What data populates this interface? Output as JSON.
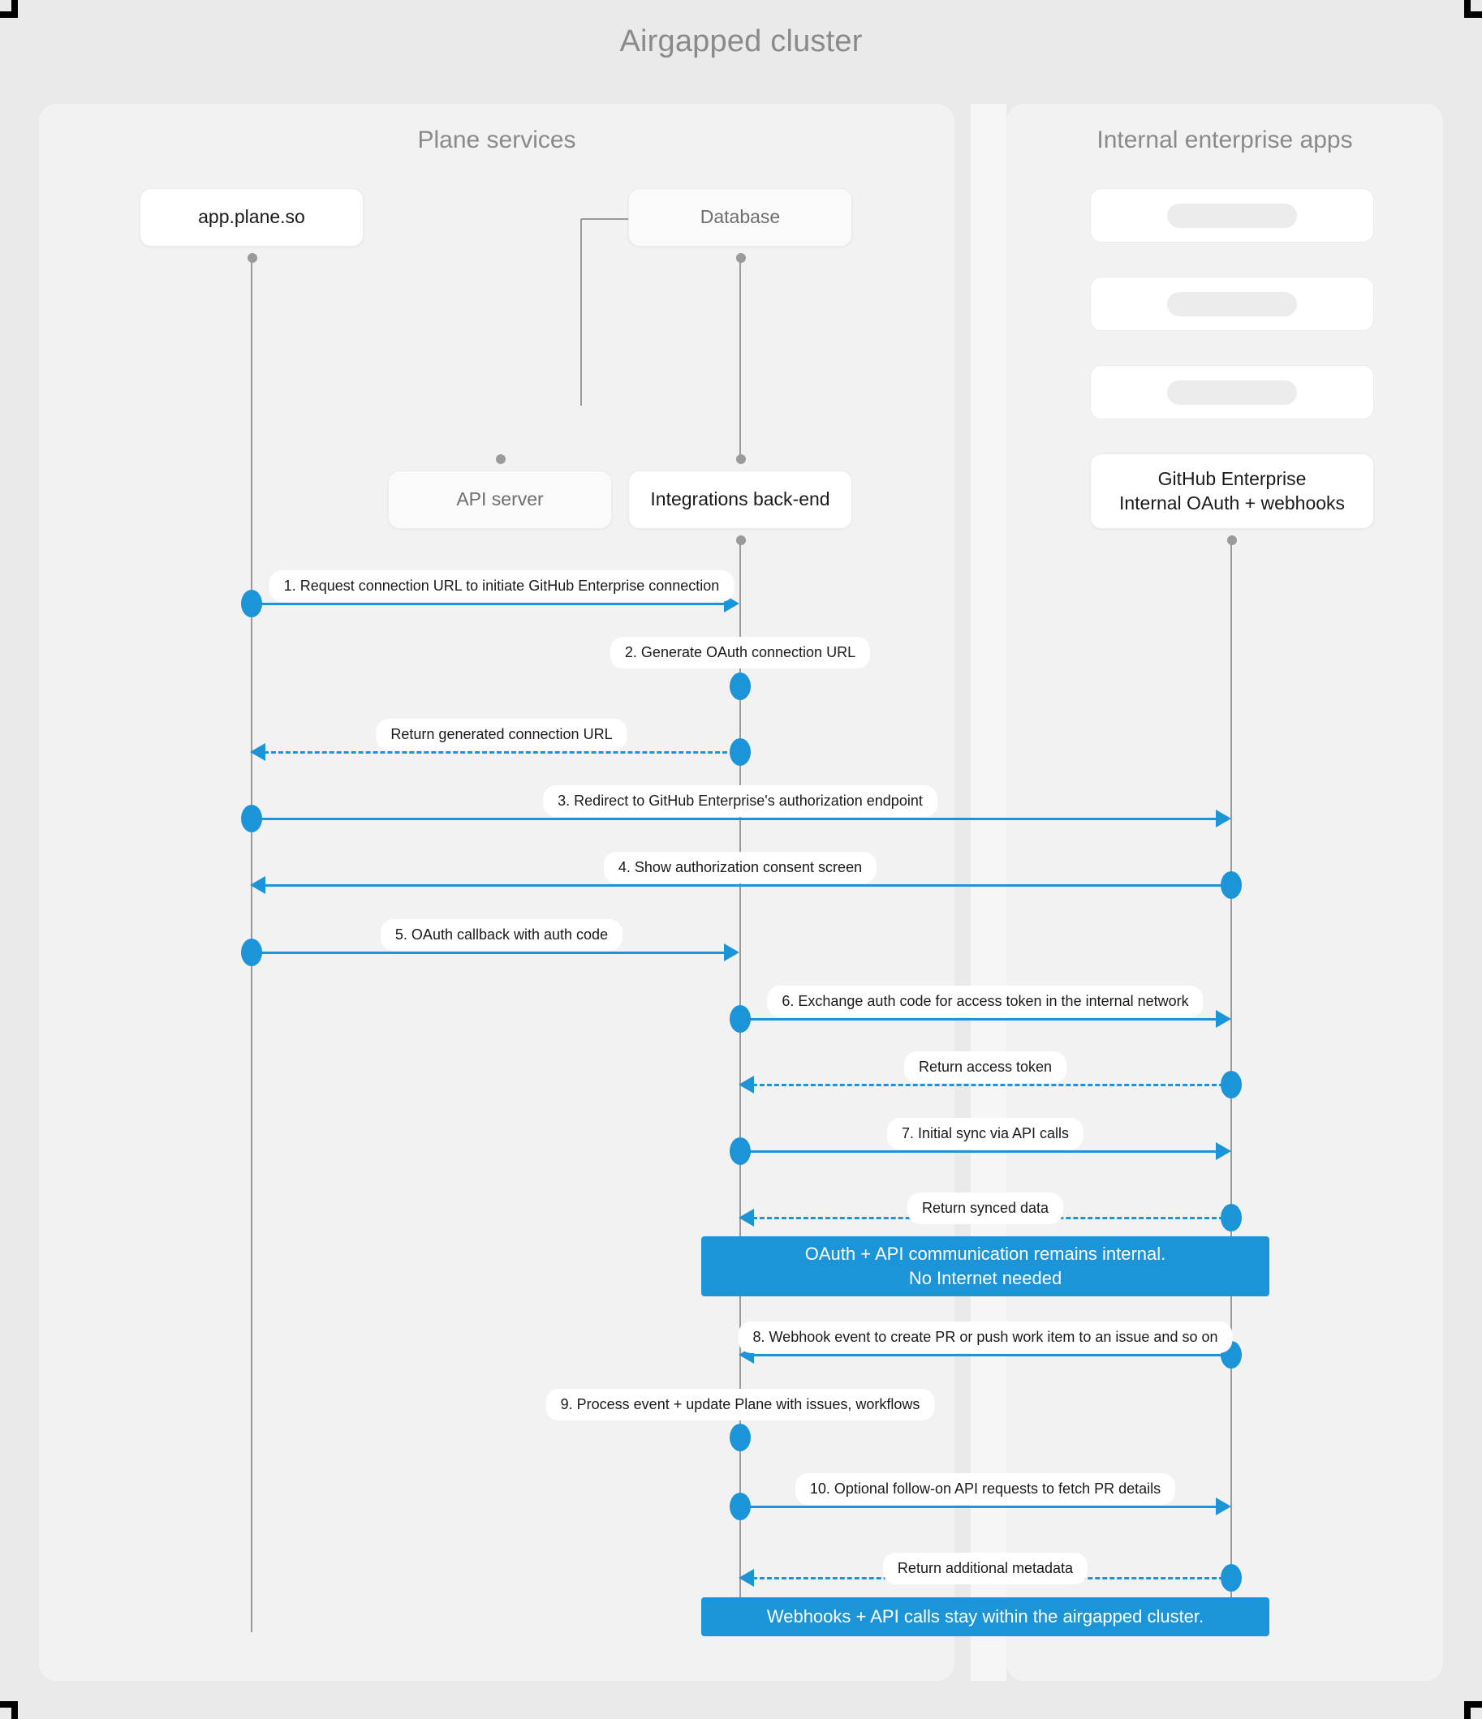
{
  "title": "Airgapped cluster",
  "panels": {
    "left": {
      "title": "Plane services"
    },
    "right": {
      "title": "Internal enterprise apps"
    }
  },
  "colors": {
    "accent": "#1b95d8",
    "canvas_bg": "#eaeaea",
    "panel_bg": "#f2f2f2",
    "node_bg": "#ffffff",
    "lifeline": "#9a9a9a",
    "title_text": "#8a8a8a"
  },
  "nodes": [
    {
      "id": "app",
      "label": "app.plane.so",
      "muted": false
    },
    {
      "id": "database",
      "label": "Database",
      "muted": true
    },
    {
      "id": "api",
      "label": "API server",
      "muted": true
    },
    {
      "id": "integrations",
      "label": "Integrations back-end",
      "muted": false
    },
    {
      "id": "github",
      "label": "GitHub Enterprise\nInternal OAuth + webhooks",
      "muted": false
    }
  ],
  "ghost_boxes": [
    {
      "id": "ghost-1"
    },
    {
      "id": "ghost-2"
    },
    {
      "id": "ghost-3"
    }
  ],
  "messages": [
    {
      "n": 1,
      "label": "1. Request connection URL to initiate GitHub Enterprise connection",
      "from": "app",
      "to": "integrations",
      "style": "solid"
    },
    {
      "n": 2,
      "label": "2. Generate OAuth connection URL",
      "from": "integrations",
      "to": "integrations",
      "style": "self"
    },
    {
      "n": 3,
      "label": "Return generated connection URL",
      "from": "integrations",
      "to": "app",
      "style": "dashed"
    },
    {
      "n": 4,
      "label": "3. Redirect to GitHub Enterprise's authorization endpoint",
      "from": "app",
      "to": "github",
      "style": "solid"
    },
    {
      "n": 5,
      "label": "4. Show authorization consent screen",
      "from": "github",
      "to": "app",
      "style": "solid"
    },
    {
      "n": 6,
      "label": "5. OAuth callback with auth code",
      "from": "app",
      "to": "integrations",
      "style": "solid"
    },
    {
      "n": 7,
      "label": "6. Exchange auth code for access token in the internal network",
      "from": "integrations",
      "to": "github",
      "style": "solid"
    },
    {
      "n": 8,
      "label": "Return access token",
      "from": "github",
      "to": "integrations",
      "style": "dashed"
    },
    {
      "n": 9,
      "label": "7. Initial sync via API calls",
      "from": "integrations",
      "to": "github",
      "style": "solid"
    },
    {
      "n": 10,
      "label": "Return synced data",
      "from": "github",
      "to": "integrations",
      "style": "dashed"
    },
    {
      "n": 11,
      "label": "8. Webhook event to create PR  or push work item to an issue  and so on",
      "from": "github",
      "to": "integrations",
      "style": "solid"
    },
    {
      "n": 12,
      "label": "9. Process event + update Plane with issues, workflows",
      "from": "integrations",
      "to": "integrations",
      "style": "self"
    },
    {
      "n": 13,
      "label": "10. Optional follow-on API requests to fetch PR details",
      "from": "integrations",
      "to": "github",
      "style": "solid"
    },
    {
      "n": 14,
      "label": "Return additional metadata",
      "from": "github",
      "to": "integrations",
      "style": "dashed"
    }
  ],
  "notes": [
    {
      "id": "note-1",
      "line1": "OAuth + API communication remains internal.",
      "line2": "No Internet needed"
    },
    {
      "id": "note-2",
      "line1": "Webhooks + API calls stay within the airgapped cluster.",
      "line2": ""
    }
  ]
}
